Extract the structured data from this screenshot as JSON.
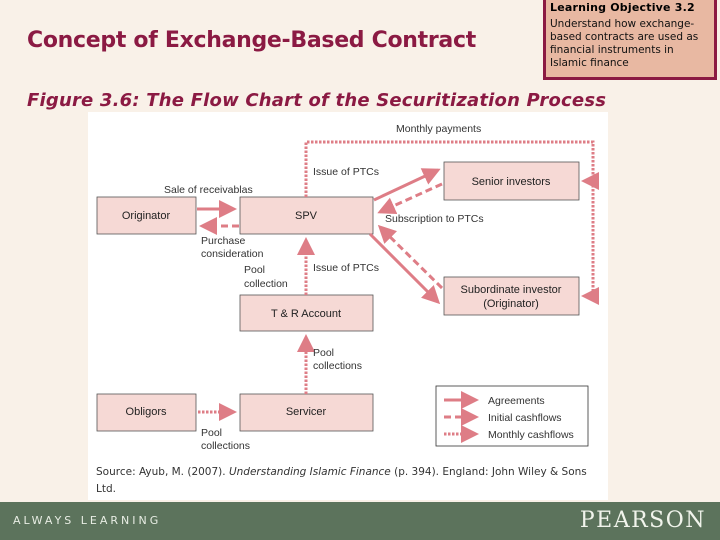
{
  "slide": {
    "title": "Concept of Exchange-Based Contract",
    "subtitle": "Figure 3.6: The Flow Chart of the Securitization Process"
  },
  "learning_objective": {
    "heading": "Learning Objective 3.2",
    "text": "Understand how exchange-based contracts are used as financial instruments in Islamic finance"
  },
  "diagram": {
    "boxes": {
      "originator": "Originator",
      "spv": "SPV",
      "senior": "Senior investors",
      "subordinate_1": "Subordinate investor",
      "subordinate_2": "(Originator)",
      "tr_account": "T & R Account",
      "obligors": "Obligors",
      "servicer": "Servicer"
    },
    "labels": {
      "monthly_payments": "Monthly payments",
      "issue_ptcs_top": "Issue of PTCs",
      "sale_receivables": "Sale of receivablas",
      "purchase_1": "Purchase",
      "purchase_2": "consideration",
      "pool_collection_1": "Pool",
      "pool_collection_2": "collection",
      "issue_ptcs_mid": "Issue of PTCs",
      "subscription": "Subscription to PTCs",
      "pool_collections_a1": "Pool",
      "pool_collections_a2": "collections",
      "pool_collections_b1": "Pool",
      "pool_collections_b2": "collections"
    },
    "legend": {
      "agreements": "Agreements",
      "initial": "Initial cashflows",
      "monthly": "Monthly cashflows"
    },
    "colors": {
      "box_fill": "#f6d9d5",
      "arrow": "#de7d86"
    }
  },
  "source": {
    "prefix": "Source: Ayub, M. (2007). ",
    "book": "Understanding Islamic Finance",
    "suffix": " (p. 394). England: John Wiley & Sons Ltd."
  },
  "footer": {
    "left": "ALWAYS LEARNING",
    "right": "PEARSON"
  }
}
